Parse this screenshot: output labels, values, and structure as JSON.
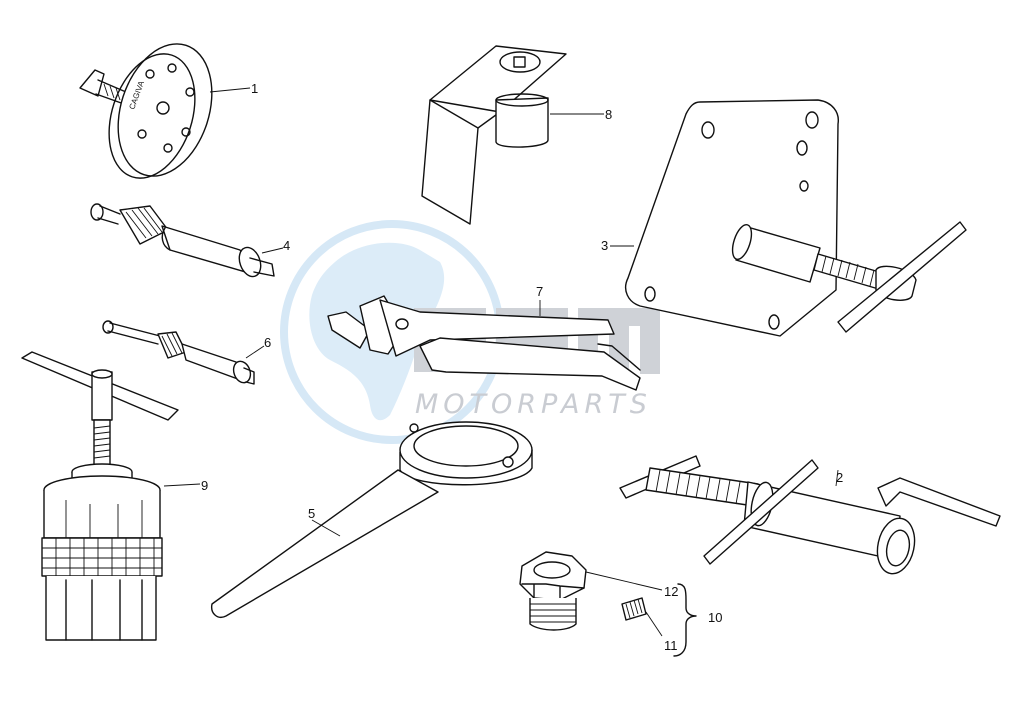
{
  "watermark": {
    "brand_name": "MOTORPARTS",
    "logo_color": "#cfe4f5",
    "logo_letters_color": "#c9ccd2"
  },
  "callouts": {
    "part_1": "1",
    "part_2": "2",
    "part_3": "3",
    "part_4": "4",
    "part_5": "5",
    "part_6": "6",
    "part_7": "7",
    "part_8": "8",
    "part_9": "9",
    "part_10": "10",
    "part_11": "11",
    "part_12": "12"
  },
  "stamp_text": "CAGIVA"
}
